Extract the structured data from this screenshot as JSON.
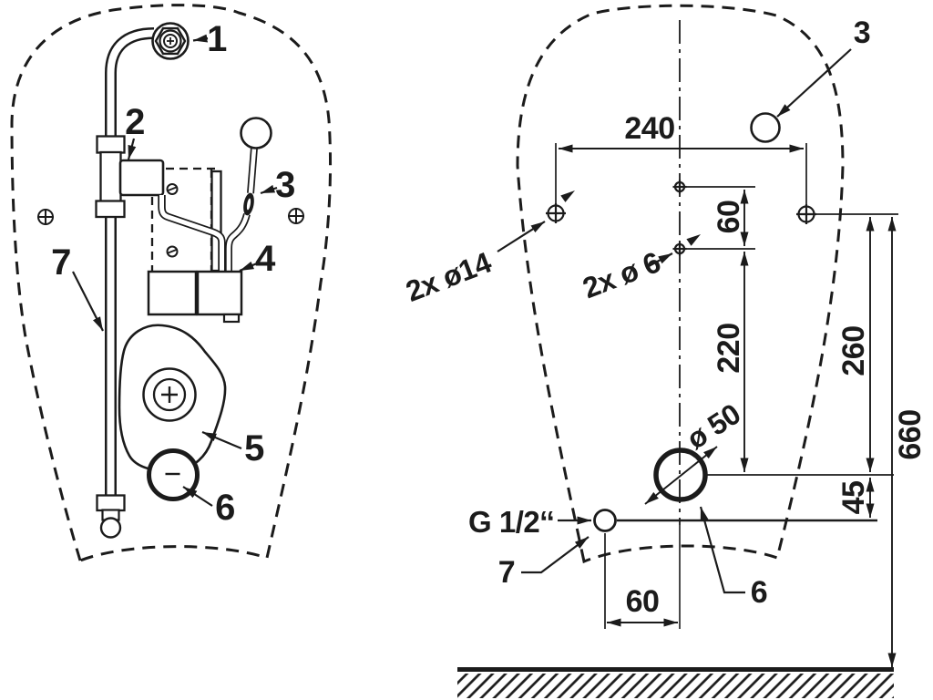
{
  "drawing": {
    "ink_color": "#1b1b1b",
    "background_color": "#ffffff"
  },
  "left_view": {
    "description": "installation assembly view",
    "callouts": {
      "c1": "1",
      "c2": "2",
      "c3": "3",
      "c4": "4",
      "c5": "5",
      "c6": "6",
      "c7": "7"
    }
  },
  "right_view": {
    "description": "mounting dimension view",
    "callouts": {
      "c3": "3",
      "c6": "6",
      "c7": "7"
    },
    "dims": {
      "d240": "240",
      "d60_top": "60",
      "d220": "220",
      "d260": "260",
      "d660": "660",
      "d45": "45",
      "d60_bottom": "60"
    },
    "labels": {
      "holes14": "2x ø14",
      "holes6": "2x ø 6",
      "drain": "ø 50",
      "water": "G 1/2‘‘"
    }
  }
}
